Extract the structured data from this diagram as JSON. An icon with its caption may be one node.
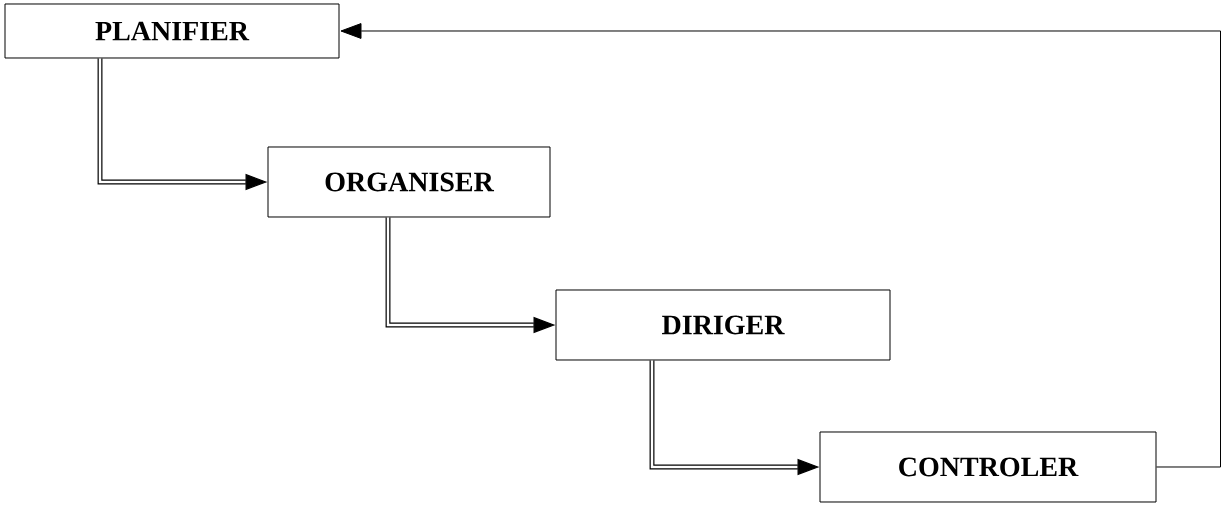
{
  "diagram": {
    "nodes": [
      {
        "text": [
          "PLANIFIER"
        ]
      },
      {
        "text": [
          "ORGANISER"
        ]
      },
      {
        "text": [
          "DIRIGER"
        ]
      },
      {
        "text": [
          "CONTROLER"
        ]
      }
    ],
    "edges": [
      {
        "from": 0,
        "to": 1,
        "arrow": "to"
      },
      {
        "from": 1,
        "to": 2,
        "arrow": "to"
      },
      {
        "from": 2,
        "to": 3,
        "arrow": "to"
      },
      {
        "from": 3,
        "to": 0,
        "arrow": "to"
      }
    ]
  }
}
